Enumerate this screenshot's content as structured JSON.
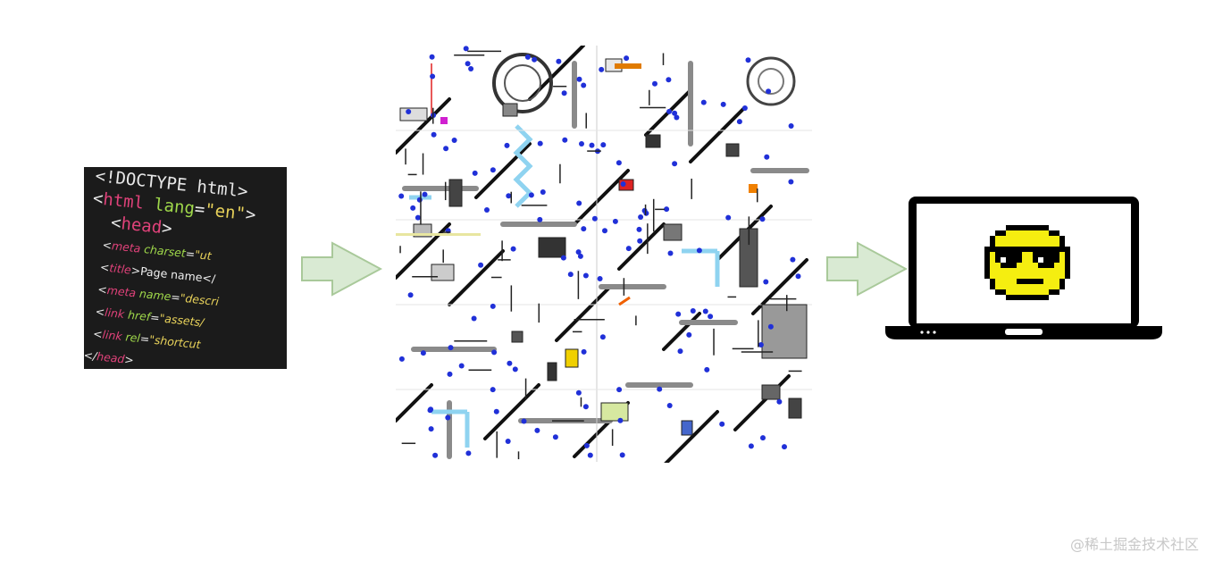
{
  "code": {
    "lines": [
      [
        {
          "c": "tk-punct",
          "t": "<!DOCTYPE "
        },
        {
          "c": "tk-punct",
          "t": "html>"
        }
      ],
      [
        {
          "c": "tk-punct",
          "t": "<"
        },
        {
          "c": "tk-tag",
          "t": "html "
        },
        {
          "c": "tk-attr",
          "t": "lang"
        },
        {
          "c": "tk-punct",
          "t": "="
        },
        {
          "c": "tk-str",
          "t": "\"en\""
        },
        {
          "c": "tk-punct",
          "t": ">"
        }
      ],
      [
        {
          "c": "tk-punct",
          "t": "  <"
        },
        {
          "c": "tk-tag",
          "t": "head"
        },
        {
          "c": "tk-punct",
          "t": ">"
        }
      ],
      [
        {
          "c": "tk-punct",
          "t": "    <"
        },
        {
          "c": "tk-tag",
          "t": "meta "
        },
        {
          "c": "tk-attr",
          "t": "charset"
        },
        {
          "c": "tk-punct",
          "t": "="
        },
        {
          "c": "tk-str",
          "t": "\"ut"
        }
      ],
      [
        {
          "c": "tk-punct",
          "t": "    <"
        },
        {
          "c": "tk-tag",
          "t": "title"
        },
        {
          "c": "tk-punct",
          "t": ">"
        },
        {
          "c": "tk-text",
          "t": "Page name</"
        }
      ],
      [
        {
          "c": "tk-punct",
          "t": "    <"
        },
        {
          "c": "tk-tag",
          "t": "meta "
        },
        {
          "c": "tk-attr",
          "t": "name"
        },
        {
          "c": "tk-punct",
          "t": "="
        },
        {
          "c": "tk-str",
          "t": "\"descri"
        }
      ],
      [
        {
          "c": "tk-punct",
          "t": "    <"
        },
        {
          "c": "tk-tag",
          "t": "link "
        },
        {
          "c": "tk-attr",
          "t": "href"
        },
        {
          "c": "tk-punct",
          "t": "="
        },
        {
          "c": "tk-str",
          "t": "\"assets/"
        }
      ],
      [
        {
          "c": "tk-punct",
          "t": "    <"
        },
        {
          "c": "tk-tag",
          "t": "link "
        },
        {
          "c": "tk-attr",
          "t": "rel"
        },
        {
          "c": "tk-punct",
          "t": "="
        },
        {
          "c": "tk-str",
          "t": "\"shortcut"
        }
      ],
      [
        {
          "c": "tk-punct",
          "t": "  </"
        },
        {
          "c": "tk-tag",
          "t": "head"
        },
        {
          "c": "tk-punct",
          "t": ">"
        }
      ]
    ]
  },
  "colors": {
    "arrow_fill": "#d9ead3",
    "arrow_stroke": "#a9c99a",
    "code_bg": "#1b1b1b",
    "smiley": "#f5ee10",
    "laptop": "#000000"
  },
  "icons": {
    "code": "html-code-icon",
    "maze": "pipe-maze-icon",
    "laptop": "laptop-icon",
    "face": "sunglasses-smiley-icon"
  },
  "watermark": "@稀土掘金技术社区"
}
